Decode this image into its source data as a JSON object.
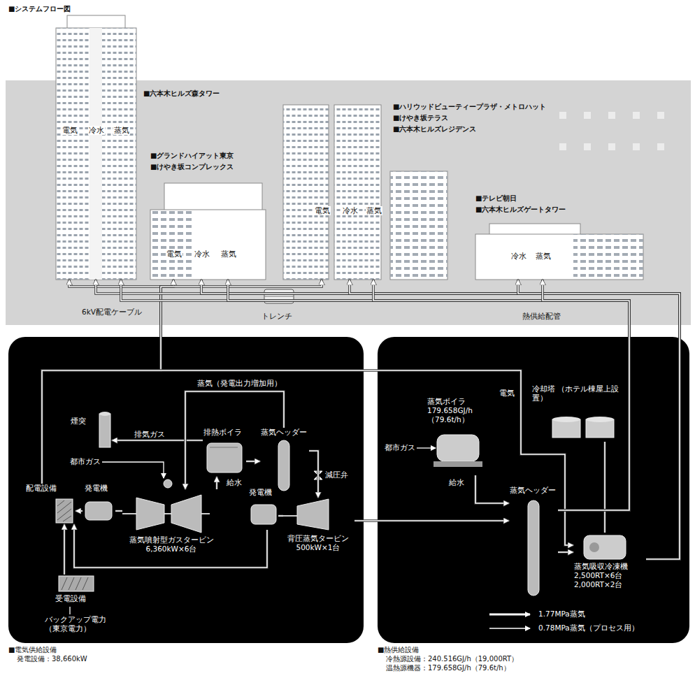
{
  "diagram": {
    "title": "■システムフロー図",
    "nodes": [
      {
        "text": [
          "■六本木ヒルズ森タワー",
          "電気",
          "冷水",
          "蒸気"
        ]
      },
      {
        "text": [
          "■グランドハイアット東京",
          "■けやき坂コンプレックス",
          "電気",
          "冷水",
          "蒸気"
        ]
      },
      {
        "text": [
          "■ハリウッドビューティープラザ・メトロハット",
          "■けやき坂テラス",
          "■六本木ヒルズレジデンス",
          "電気",
          "冷水",
          "蒸気"
        ]
      },
      {
        "text": [
          "■テレビ朝日",
          "■六本木ヒルズゲートタワー",
          "冷水",
          "蒸気"
        ]
      },
      {
        "text": [
          "■電気供給設備",
          "発電設備：38,660kW"
        ]
      },
      {
        "text": [
          "■熱供給設備",
          "冷熱源設備：240.516GJ/h（19,000RT）",
          "温熱源機器：179.658GJ/h（79.6t/h）"
        ]
      },
      {
        "text": [
          "煙突"
        ],
        "in": 4
      },
      {
        "text": [
          "排熱ボイラ"
        ],
        "in": 4
      },
      {
        "text": [
          "蒸気ヘッダー"
        ],
        "in": 4
      },
      {
        "text": [
          "蒸気噴射型ガスタービン 6,360kW×6台"
        ],
        "in": 4
      },
      {
        "text": [
          "発電機"
        ],
        "in": 4
      },
      {
        "text": [
          "配電設備"
        ],
        "in": 4
      },
      {
        "text": [
          "背圧蒸気タービン 500kW×1台"
        ],
        "in": 4
      },
      {
        "text": [
          "発電機"
        ],
        "in": 4
      },
      {
        "text": [
          "受電設備"
        ],
        "in": 4
      },
      {
        "text": [
          "蒸気ボイラ 179.658GJ/h （79.6t/h）"
        ],
        "in": 5
      },
      {
        "text": [
          "冷却塔 （ホテル棟屋上設置）"
        ],
        "in": 5
      },
      {
        "text": [
          "蒸気ヘッダー"
        ],
        "in": 5
      },
      {
        "text": [
          "蒸気吸収冷凍機 2,500RT×6台 2,000RT×2台"
        ],
        "in": 5
      }
    ],
    "edges": [
      {
        "from": 9,
        "to": 7,
        "arrow": "to"
      },
      {
        "from": 7,
        "to": 6,
        "label": "排気ガス",
        "arrow": "to"
      },
      {
        "from": 7,
        "to": 8,
        "arrow": "to"
      },
      {
        "from": 8,
        "to": 9,
        "label": "蒸気（発電出力増加用）",
        "arrow": "to"
      },
      {
        "from": 9,
        "to": 10,
        "arrow": "none"
      },
      {
        "from": 10,
        "to": 11,
        "arrow": "to"
      },
      {
        "from": 12,
        "to": 13,
        "arrow": "none"
      },
      {
        "from": 13,
        "to": 11,
        "arrow": "to"
      },
      {
        "from": 14,
        "to": 11,
        "arrow": "to"
      },
      {
        "from": 8,
        "to": 12,
        "arrow": "to"
      },
      {
        "from": 12,
        "to": 17,
        "arrow": "to"
      },
      {
        "from": 15,
        "to": 17,
        "arrow": "to"
      },
      {
        "from": 17,
        "to": 18,
        "arrow": "to"
      },
      {
        "from": 16,
        "to": 18,
        "arrow": "none"
      },
      {
        "from": 11,
        "to": 0,
        "arrow": "to"
      },
      {
        "from": 11,
        "to": 1,
        "arrow": "to"
      },
      {
        "from": 11,
        "to": 2,
        "arrow": "to"
      },
      {
        "from": 11,
        "to": 18,
        "label": "電気",
        "arrow": "to"
      },
      {
        "from": 18,
        "to": 0,
        "arrow": "to"
      },
      {
        "from": 18,
        "to": 1,
        "arrow": "to"
      },
      {
        "from": 18,
        "to": 2,
        "arrow": "to"
      },
      {
        "from": 18,
        "to": 3,
        "arrow": "to"
      },
      {
        "from": 17,
        "to": 0,
        "arrow": "to"
      },
      {
        "from": 17,
        "to": 1,
        "arrow": "to"
      },
      {
        "from": 17,
        "to": 2,
        "arrow": "to"
      },
      {
        "from": 17,
        "to": 3,
        "arrow": "to"
      }
    ],
    "labels": [
      "6kV配電ケーブル",
      "トレンチ",
      "熱供給配管",
      "減圧弁",
      "都市ガス",
      "給水",
      "バックアップ電力 （東京電力）",
      "都市ガス",
      "給水"
    ],
    "legend": [
      {
        "text": "1.77MPa蒸気"
      },
      {
        "text": "0.78MPa蒸気（プロセス用）"
      }
    ]
  }
}
